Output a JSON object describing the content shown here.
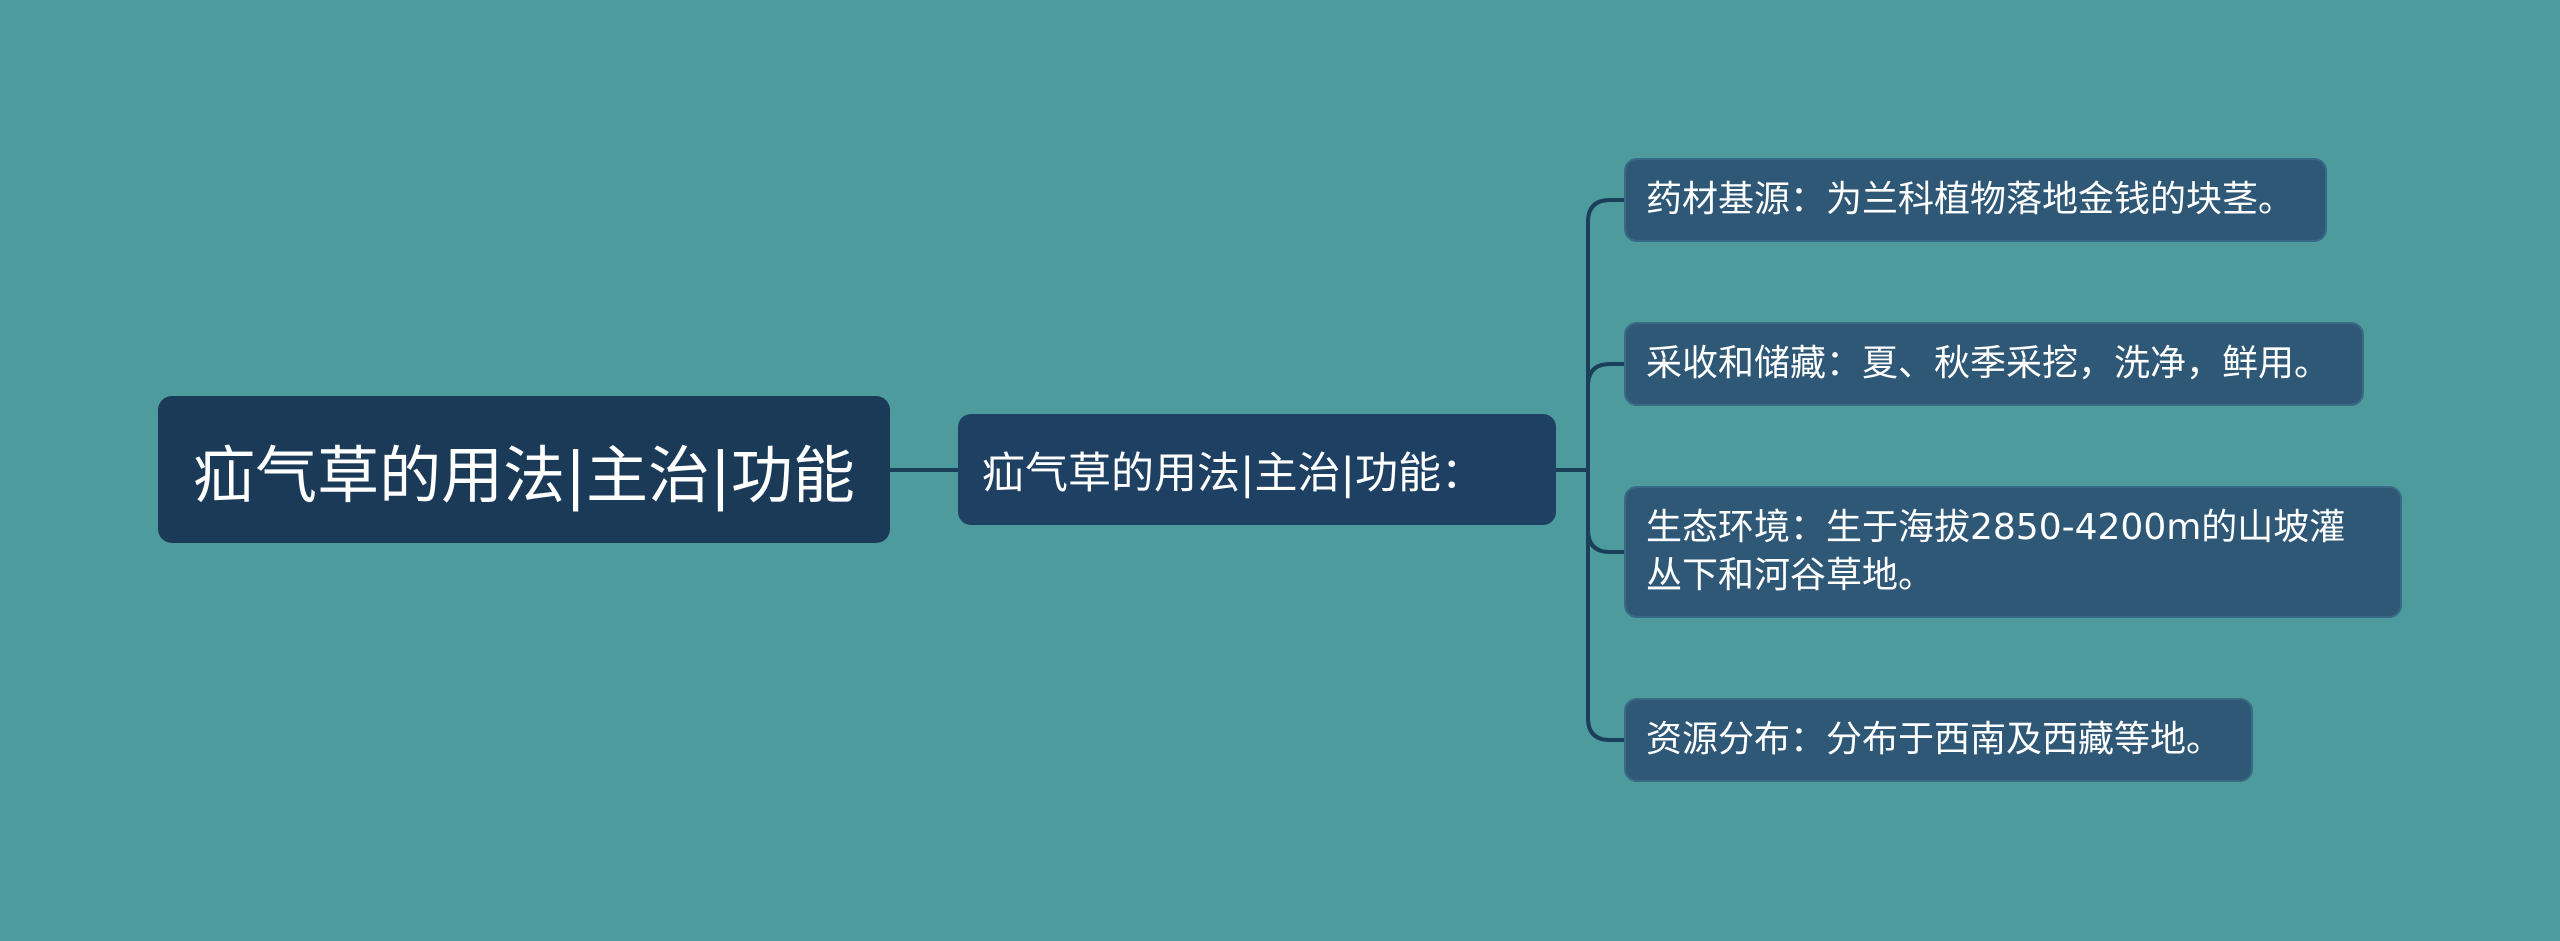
{
  "colors": {
    "background": "#4E9B9D",
    "root_fill": "#1A3A57",
    "mid_fill": "#1E4062",
    "leaf_fill": "#2F5877",
    "leaf_border": "#3A6A86",
    "connector": "#1B3E59"
  },
  "root": {
    "label": "疝气草的用法|主治|功能"
  },
  "middle": {
    "label": "疝气草的用法|主治|功能："
  },
  "leaves": [
    {
      "label": "药材基源：为兰科植物落地金钱的块茎。"
    },
    {
      "label": "采收和储藏：夏、秋季采挖，洗净，鲜用。"
    },
    {
      "label": "生态环境：生于海拔2850-4200m的山坡灌丛下和河谷草地。"
    },
    {
      "label": "资源分布：分布于西南及西藏等地。"
    }
  ]
}
